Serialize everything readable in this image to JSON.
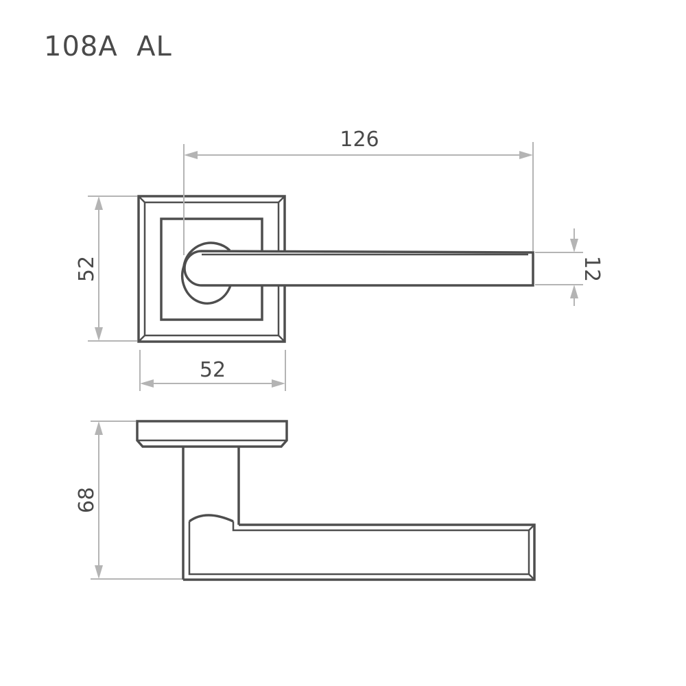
{
  "title": "108A  AL",
  "dimensions": {
    "handle_length": "126",
    "rose_height": "52",
    "rose_width": "52",
    "lever_thickness": "12",
    "projection": "68"
  },
  "colors": {
    "outline": "#4e4e4e",
    "dimension": "#b4b4b4",
    "text": "#4a4a4a",
    "background": "#ffffff"
  }
}
